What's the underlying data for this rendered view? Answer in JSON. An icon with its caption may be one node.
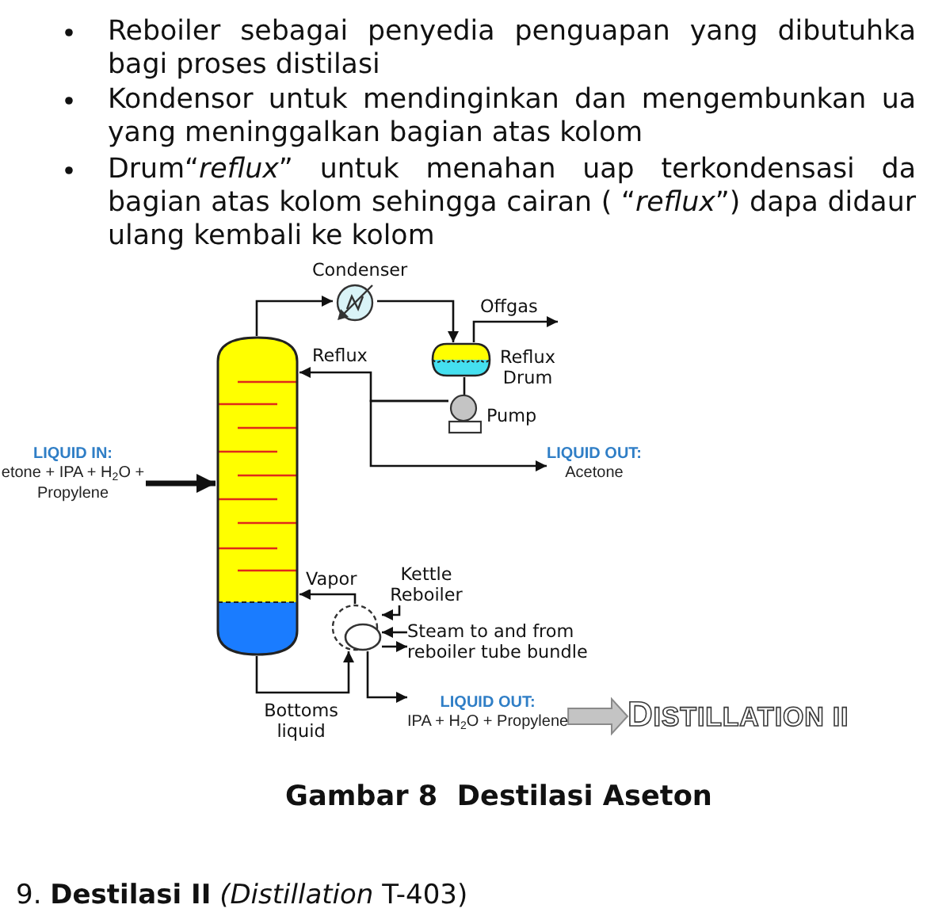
{
  "diagram": {
    "caption": "Gambar 8  Destilasi Aseton",
    "nodes": [
      {
        "text": [],
        "shape": "circle",
        "beside": [
          "Condenser"
        ]
      },
      {
        "text": [],
        "shape": "cylinder",
        "beside": [
          "Reflux Drum"
        ]
      },
      {
        "text": [],
        "shape": "cylinder"
      },
      {
        "text": [],
        "shape": "circle",
        "beside": [
          "Pump"
        ]
      },
      {
        "text": [
          "LIQUID IN:",
          "etone + IPA + H$_{2}$O + Propylene"
        ]
      },
      {
        "text": [
          "LIQUID OUT:",
          "Acetone"
        ]
      },
      {
        "text": [
          "Kettle Reboiler"
        ]
      },
      {
        "text": [],
        "shape": "circle"
      },
      {
        "text": [
          "Steam to and from reboiler tube bundle"
        ]
      },
      {
        "text": [
          "LIQUID OUT:",
          "IPA + H$_{2}$O + Propylene"
        ]
      },
      {
        "text": [
          "DISTILLATION II"
        ]
      }
    ],
    "edges": [
      {
        "from": 2,
        "to": 0,
        "arrow": "to"
      },
      {
        "from": 0,
        "to": 1,
        "arrow": "to"
      },
      {
        "from": 1,
        "to": null,
        "arrow": "to",
        "label": "Offgas"
      },
      {
        "from": 1,
        "to": 3,
        "arrow": "none"
      },
      {
        "from": 3,
        "to": 2,
        "arrow": "to",
        "label": "Reflux"
      },
      {
        "from": 3,
        "to": 5,
        "arrow": "to"
      },
      {
        "from": 4,
        "to": 2,
        "arrow": "to",
        "style": "thick"
      },
      {
        "from": 2,
        "to": 7,
        "arrow": "to",
        "label": "Bottoms liquid"
      },
      {
        "from": 7,
        "to": 2,
        "arrow": "to",
        "label": "Vapor"
      },
      {
        "from": 7,
        "to": 9,
        "arrow": "to"
      },
      {
        "from": 6,
        "to": 7,
        "arrow": "to"
      },
      {
        "from": 8,
        "to": 7,
        "arrow": "to"
      },
      {
        "from": 7,
        "to": 8,
        "arrow": "to"
      },
      {
        "from": 9,
        "to": 10,
        "arrow": "to",
        "style": "thick",
        "color": "#c4c4c4"
      }
    ],
    "labels": [
      "Reboiler sebagai penyedia penguapan yang dibutuhka bagi proses distilasi",
      "Kondensor untuk mendinginkan dan mengembunkan ua yang meninggalkan bagian atas kolom",
      "Drum“*reflux*” untuk menahan uap terkondensasi da bagian atas kolom sehingga cairan ( “*reflux*”) dapa didaur ulang kembali ke kolom",
      "9. **Destilasi II** *(Distillation* T-403)"
    ]
  }
}
